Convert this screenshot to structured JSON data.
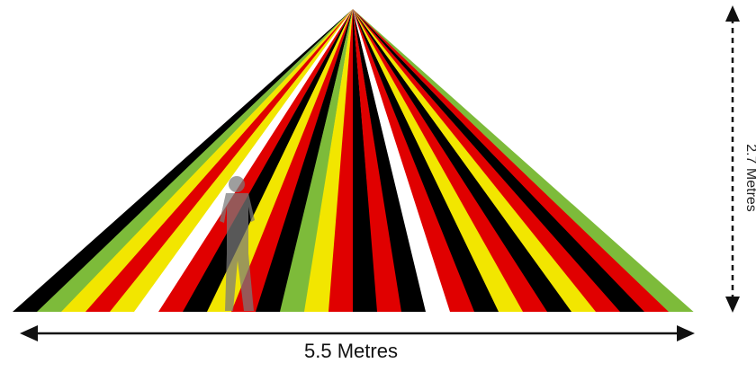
{
  "dimensions": {
    "width_label": "5.5 Metres",
    "height_label": "2.7 Metres"
  },
  "colors": {
    "black": "#000000",
    "red": "#e00000",
    "yellow": "#f2e600",
    "green": "#7dbb3a",
    "white": "#ffffff",
    "figure": "#7a7a7a",
    "arrow": "#111111"
  },
  "stripe_sequence": [
    "black",
    "green",
    "yellow",
    "red",
    "yellow",
    "white",
    "red",
    "black",
    "yellow",
    "red",
    "black",
    "green",
    "yellow",
    "red",
    "black",
    "red",
    "black",
    "white",
    "red",
    "black",
    "yellow",
    "red",
    "black",
    "yellow",
    "red",
    "black",
    "red",
    "green"
  ]
}
